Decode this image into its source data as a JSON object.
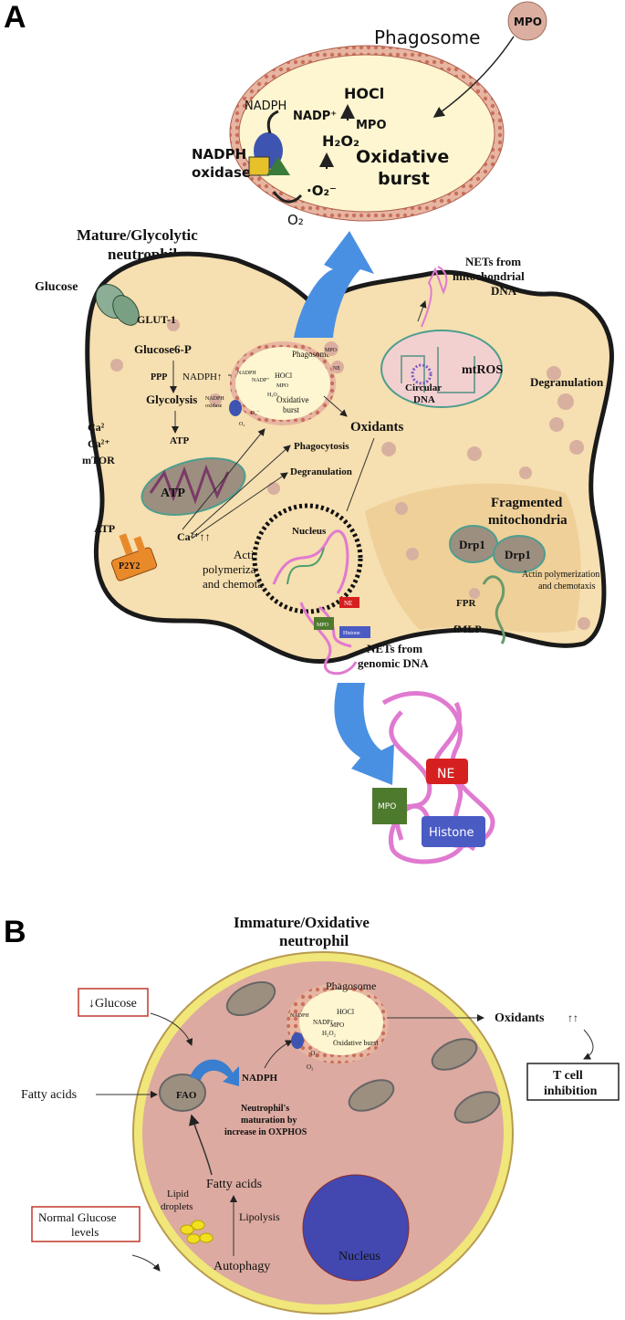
{
  "panels": {
    "a": "A",
    "b": "B"
  },
  "panel_a": {
    "phagosome_large": {
      "title": "Phagosome",
      "mpo_bubble": "MPO",
      "nadph": "NADPH",
      "nadp_plus": "NADP⁺",
      "hocl": "HOCl",
      "mpo": "MPO",
      "h2o2": "H₂O₂",
      "oxidative": "Oxidative",
      "burst": "burst",
      "nadph_oxidase_1": "NADPH",
      "nadph_oxidase_2": "oxidase",
      "superoxide": "·O₂⁻",
      "o2": "O₂"
    },
    "cell_title_1": "Mature/Glycolytic",
    "cell_title_2": "neutrophil",
    "glucose": "Glucose",
    "glut1": "GLUT-1",
    "glucose6p": "Glucose6-P",
    "ppp": "PPP",
    "nadph_up": "NADPH↑",
    "glycolysis": "Glycolysis",
    "atp_small": "ATP",
    "ca2": "Ca²",
    "ca2_plus": "Ca²⁺",
    "mtor": "mTOR",
    "atp_mito": "ATP",
    "atp_left": "ATP",
    "p2y2": "P2Y2",
    "ca_arrows": "Ca²⁺↑↑",
    "actin_1": "Actin",
    "actin_2": "polymerization",
    "actin_3": "and chemotaxis",
    "small_phagosome": {
      "title": "Phagosome",
      "mpo": "MPO",
      "ne": "NE",
      "nadph": "NADPH",
      "nadp": "NADP⁺",
      "hocl": "HOCl",
      "mpo_in": "MPO",
      "h2o2": "H₂O₂",
      "oxidative": "Oxidative",
      "burst": "burst",
      "nadph_ox_1": "NADPH",
      "nadph_ox_2": "oxidase",
      "o2_minus": "·O₂⁻",
      "o2": "O₂"
    },
    "phagocytosis": "Phagocytosis",
    "degranulation_inner": "Degranulation",
    "oxidants": "Oxidants",
    "nucleus": "Nucleus",
    "nets_mito_1": "NETs from",
    "nets_mito_2": "mitochondrial",
    "nets_mito_3": "DNA",
    "mtros": "mtROS",
    "circular_1": "Circular",
    "circular_2": "DNA",
    "degranulation_right": "Degranulation",
    "fragmented_1": "Fragmented",
    "fragmented_2": "mitochondria",
    "drp1_a": "Drp1",
    "drp1_b": "Drp1",
    "actin_r1": "Actin polymerization",
    "actin_r2": "and chemotaxis",
    "fpr": "FPR",
    "fmlp": "fMLP",
    "net_ne_small": "NE",
    "net_mpo_small": "MPO",
    "net_histone_small": "Histone",
    "nets_genomic_1": "NETs from",
    "nets_genomic_2": "genomic DNA",
    "net_big": {
      "ne": "NE",
      "mpo": "MPO",
      "histone": "Histone"
    }
  },
  "panel_b": {
    "title_1": "Immature/Oxidative",
    "title_2": "neutrophil",
    "glucose_down": "↓Glucose",
    "fatty_acids_left": "Fatty acids",
    "fao": "FAO",
    "nadph": "NADPH",
    "phagosome": {
      "title": "Phagosome",
      "nadph": "NADPH",
      "nadp": "NADP⁺",
      "hocl": "HOCl",
      "mpo": "MPO",
      "h2o2": "H₂O₂",
      "oxidative_burst": "Oxidative burst",
      "o2_minus": "·O₂⁻",
      "o2": "O₂"
    },
    "oxidants": "Oxidants",
    "oxidants_arrows": "↑↑",
    "t_cell_1": "T cell",
    "t_cell_2": "inhibition",
    "maturation_1": "Neutrophil's",
    "maturation_2": "maturation by",
    "maturation_3": "increase in OXPHOS",
    "fatty_acids_center": "Fatty acids",
    "lipid_1": "Lipid",
    "lipid_2": "droplets",
    "lipolysis": "Lipolysis",
    "normal_glucose_1": "Normal Glucose",
    "normal_glucose_2": "levels",
    "autophagy": "Autophagy",
    "nucleus": "Nucleus"
  },
  "colors": {
    "cell_fill": "#f6dfb0",
    "cell_outline": "#1a1a1a",
    "phagosome_fill": "#fdf6d0",
    "phagosome_border": "#c9806a",
    "granule": "#d8b0a0",
    "arrow_blue": "#4a90e2",
    "net_pink": "#e07ad0",
    "ne_red": "#d62020",
    "mpo_green": "#4e7a2e",
    "histone_blue": "#4a5bc4",
    "cell_b_fill": "#dcaaa0",
    "cell_b_border": "#f0e67a",
    "nucleus_b": "#4248b0",
    "lipid_yellow": "#f2e020",
    "box_red": "#c0392b"
  }
}
